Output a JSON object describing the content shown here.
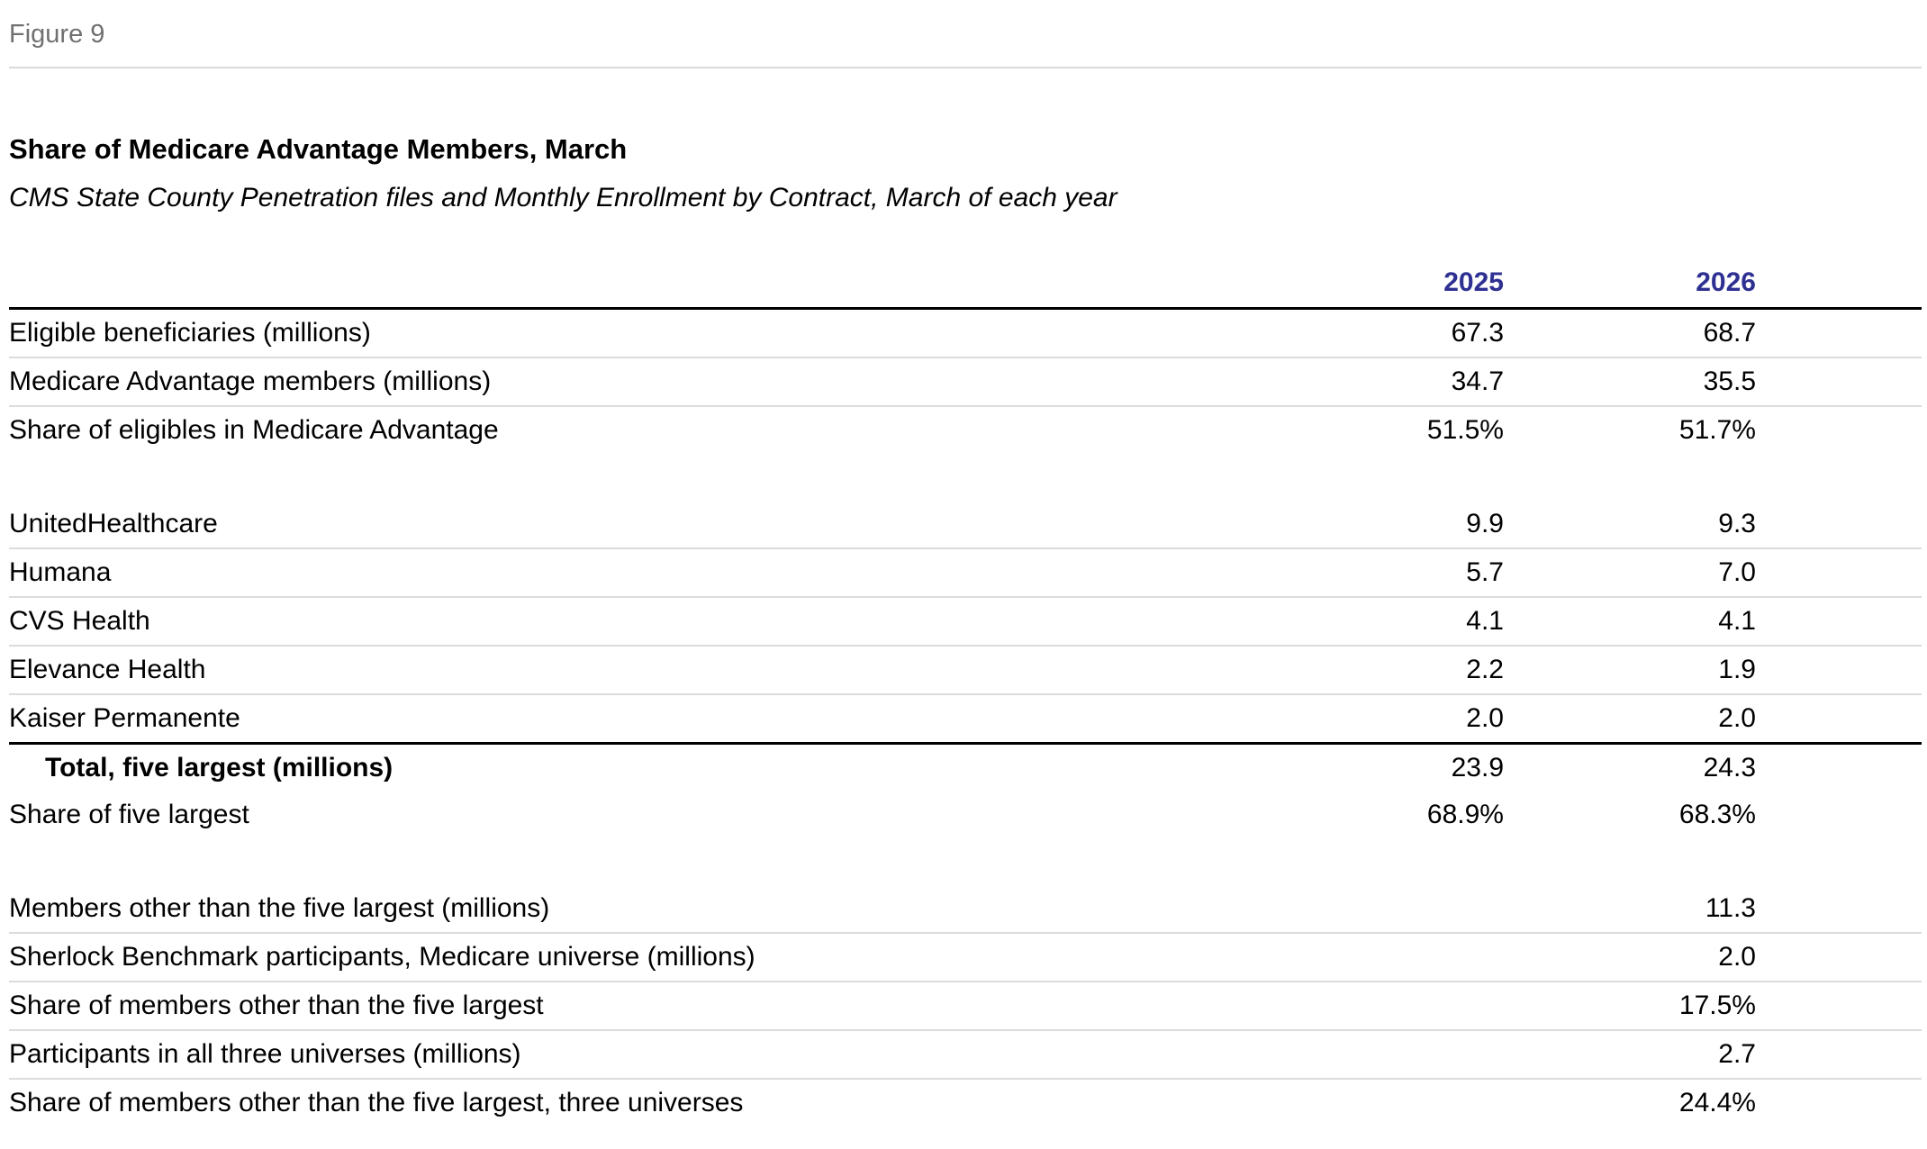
{
  "figure": {
    "label": "Figure 9",
    "title": "Share of Medicare Advantage Members, March",
    "subtitle": "CMS State County Penetration files and Monthly Enrollment by Contract, March of each year"
  },
  "table": {
    "headers": [
      "2025",
      "2026"
    ],
    "section1": [
      {
        "label": "Eligible beneficiaries (millions)",
        "v2025": "67.3",
        "v2026": "68.7"
      },
      {
        "label": "Medicare Advantage members (millions)",
        "v2025": "34.7",
        "v2026": "35.5"
      },
      {
        "label": "Share of eligibles in Medicare Advantage",
        "v2025": "51.5%",
        "v2026": "51.7%"
      }
    ],
    "section2": [
      {
        "label": "UnitedHealthcare",
        "v2025": "9.9",
        "v2026": "9.3"
      },
      {
        "label": "Humana",
        "v2025": "5.7",
        "v2026": "7.0"
      },
      {
        "label": "CVS Health",
        "v2025": "4.1",
        "v2026": "4.1"
      },
      {
        "label": "Elevance Health",
        "v2025": "2.2",
        "v2026": "1.9"
      },
      {
        "label": "Kaiser Permanente",
        "v2025": "2.0",
        "v2026": "2.0"
      },
      {
        "label": "Total, five largest (millions)",
        "v2025": "23.9",
        "v2026": "24.3"
      },
      {
        "label": "Share of five largest",
        "v2025": "68.9%",
        "v2026": "68.3%"
      }
    ],
    "section3": [
      {
        "label": "Members other than the five largest (millions)",
        "v2025": "",
        "v2026": "11.3"
      },
      {
        "label": "Sherlock Benchmark participants, Medicare universe (millions)",
        "v2025": "",
        "v2026": "2.0"
      },
      {
        "label": "Share of members other than the five largest",
        "v2025": "",
        "v2026": "17.5%"
      },
      {
        "label": "Participants in all three universes (millions)",
        "v2025": "",
        "v2026": "2.7"
      },
      {
        "label": "Share of members other than the five largest, three universes",
        "v2025": "",
        "v2026": "24.4%"
      }
    ]
  },
  "colors": {
    "header_text": "#2e3192",
    "figure_label": "#707070",
    "row_divider": "#dcdcdc",
    "heavy_rule": "#000000"
  }
}
